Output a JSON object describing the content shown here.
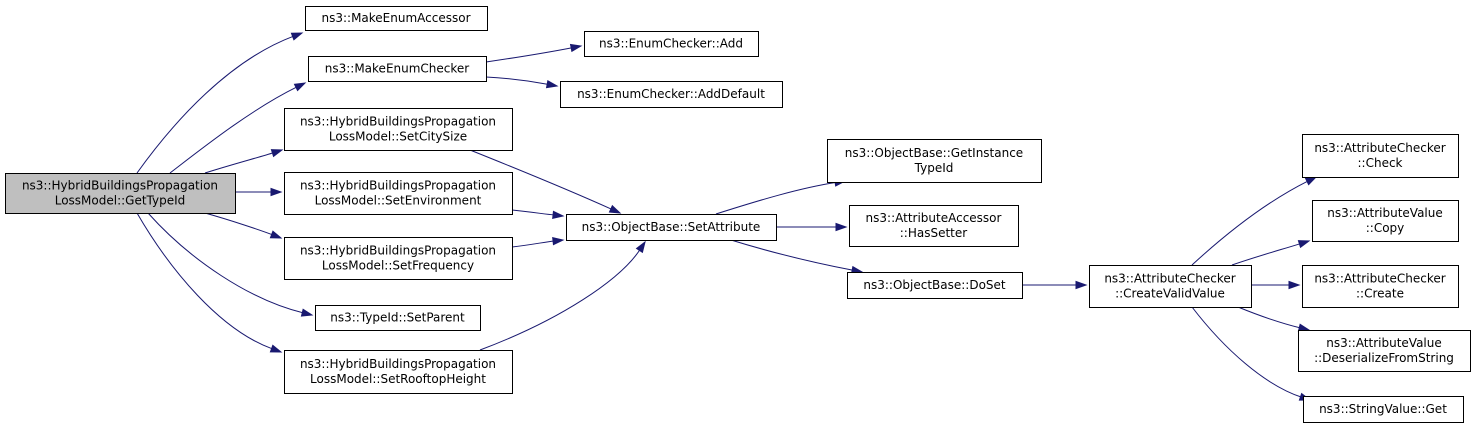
{
  "graph": {
    "nodes": [
      {
        "id": "root",
        "lines": [
          "ns3::HybridBuildingsPropagation",
          "LossModel::GetTypeId"
        ],
        "highlighted": true
      },
      {
        "id": "makeEnumAccessor",
        "lines": [
          "ns3::MakeEnumAccessor"
        ]
      },
      {
        "id": "makeEnumChecker",
        "lines": [
          "ns3::MakeEnumChecker"
        ]
      },
      {
        "id": "enumAdd",
        "lines": [
          "ns3::EnumChecker::Add"
        ]
      },
      {
        "id": "enumAddDefault",
        "lines": [
          "ns3::EnumChecker::AddDefault"
        ]
      },
      {
        "id": "setCitySize",
        "lines": [
          "ns3::HybridBuildingsPropagation",
          "LossModel::SetCitySize"
        ]
      },
      {
        "id": "setEnvironment",
        "lines": [
          "ns3::HybridBuildingsPropagation",
          "LossModel::SetEnvironment"
        ]
      },
      {
        "id": "setFrequency",
        "lines": [
          "ns3::HybridBuildingsPropagation",
          "LossModel::SetFrequency"
        ]
      },
      {
        "id": "setParent",
        "lines": [
          "ns3::TypeId::SetParent"
        ]
      },
      {
        "id": "setRooftopHeight",
        "lines": [
          "ns3::HybridBuildingsPropagation",
          "LossModel::SetRooftopHeight"
        ]
      },
      {
        "id": "setAttribute",
        "lines": [
          "ns3::ObjectBase::SetAttribute"
        ]
      },
      {
        "id": "getInstanceTypeId",
        "lines": [
          "ns3::ObjectBase::GetInstance",
          "TypeId"
        ]
      },
      {
        "id": "hasSetter",
        "lines": [
          "ns3::AttributeAccessor",
          "::HasSetter"
        ]
      },
      {
        "id": "doSet",
        "lines": [
          "ns3::ObjectBase::DoSet"
        ]
      },
      {
        "id": "createValidValue",
        "lines": [
          "ns3::AttributeChecker",
          "::CreateValidValue"
        ]
      },
      {
        "id": "check",
        "lines": [
          "ns3::AttributeChecker",
          "::Check"
        ]
      },
      {
        "id": "copy",
        "lines": [
          "ns3::AttributeValue",
          "::Copy"
        ]
      },
      {
        "id": "create",
        "lines": [
          "ns3::AttributeChecker",
          "::Create"
        ]
      },
      {
        "id": "deserialize",
        "lines": [
          "ns3::AttributeValue",
          "::DeserializeFromString"
        ]
      },
      {
        "id": "stringGet",
        "lines": [
          "ns3::StringValue::Get"
        ]
      }
    ],
    "edges": [
      {
        "from": "root",
        "to": "makeEnumAccessor"
      },
      {
        "from": "root",
        "to": "makeEnumChecker"
      },
      {
        "from": "root",
        "to": "setCitySize"
      },
      {
        "from": "root",
        "to": "setEnvironment"
      },
      {
        "from": "root",
        "to": "setFrequency"
      },
      {
        "from": "root",
        "to": "setParent"
      },
      {
        "from": "root",
        "to": "setRooftopHeight"
      },
      {
        "from": "makeEnumChecker",
        "to": "enumAdd"
      },
      {
        "from": "makeEnumChecker",
        "to": "enumAddDefault"
      },
      {
        "from": "setCitySize",
        "to": "setAttribute"
      },
      {
        "from": "setEnvironment",
        "to": "setAttribute"
      },
      {
        "from": "setFrequency",
        "to": "setAttribute"
      },
      {
        "from": "setRooftopHeight",
        "to": "setAttribute"
      },
      {
        "from": "setAttribute",
        "to": "getInstanceTypeId"
      },
      {
        "from": "setAttribute",
        "to": "hasSetter"
      },
      {
        "from": "setAttribute",
        "to": "doSet"
      },
      {
        "from": "doSet",
        "to": "createValidValue"
      },
      {
        "from": "createValidValue",
        "to": "check"
      },
      {
        "from": "createValidValue",
        "to": "copy"
      },
      {
        "from": "createValidValue",
        "to": "create"
      },
      {
        "from": "createValidValue",
        "to": "deserialize"
      },
      {
        "from": "createValidValue",
        "to": "stringGet"
      }
    ]
  },
  "colors": {
    "edge": "#191970",
    "node_fill": "#ffffff",
    "root_fill": "#bfbfbf",
    "border": "#000000"
  }
}
